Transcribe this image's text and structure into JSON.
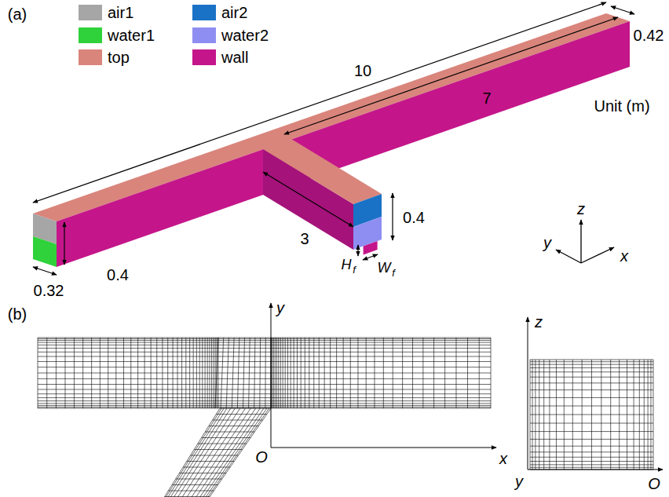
{
  "diagram": {
    "labels": [
      "(a)",
      "10",
      "0.42",
      "Unit (m)",
      "7",
      "0.4",
      "0.32",
      "3",
      "0.4",
      "H",
      "f",
      "W",
      "f",
      "z",
      "y",
      "x",
      "(b)",
      "y",
      "O",
      "x",
      "z",
      "O",
      "y"
    ],
    "legend": [
      {
        "text": "air1",
        "color": "#a6a6a6"
      },
      {
        "text": "air2",
        "color": "#1a72c6"
      },
      {
        "text": "water1",
        "color": "#2fd23a"
      },
      {
        "text": "water2",
        "color": "#8e8ef2"
      },
      {
        "text": "top",
        "color": "#d9857c"
      },
      {
        "text": "wall",
        "color": "#c4168a"
      }
    ]
  }
}
